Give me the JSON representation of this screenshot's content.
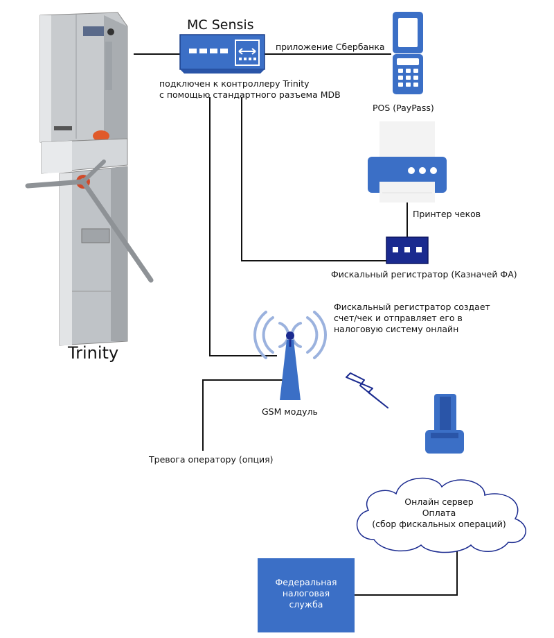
{
  "devices": {
    "turnstile_label": "Trinity",
    "controller_label": "MC Sensis",
    "pos_label": "POS (PayPass)",
    "printer_label": "Принтер чеков",
    "fiscal_label": "Фискальный регистратор (Казначей ФА)",
    "gsm_label": "GSM модуль",
    "fns_lines": [
      "Федеральная",
      "налоговая",
      "служба"
    ],
    "cloud_lines": [
      "Онлайн сервер",
      "Оплата",
      "(сбор фискальных операций)"
    ]
  },
  "connections": {
    "sberbank_link": "приложение Сбербанка",
    "mdb_note": [
      "подключен к контроллеру Trinity",
      "с помощью стандартного разъема MDB"
    ],
    "alarm_label": "Тревога оператору (опция)"
  },
  "notes": {
    "fiscal_process": [
      "Фискальный регистратор создает",
      "счет/чек и отправляет его в",
      "налоговую систему онлайн"
    ]
  },
  "colors": {
    "accent_blue": "#3b6fc6",
    "dark_blue": "#1a2a8f",
    "line": "#111111",
    "steel": "#b8bcc0"
  }
}
